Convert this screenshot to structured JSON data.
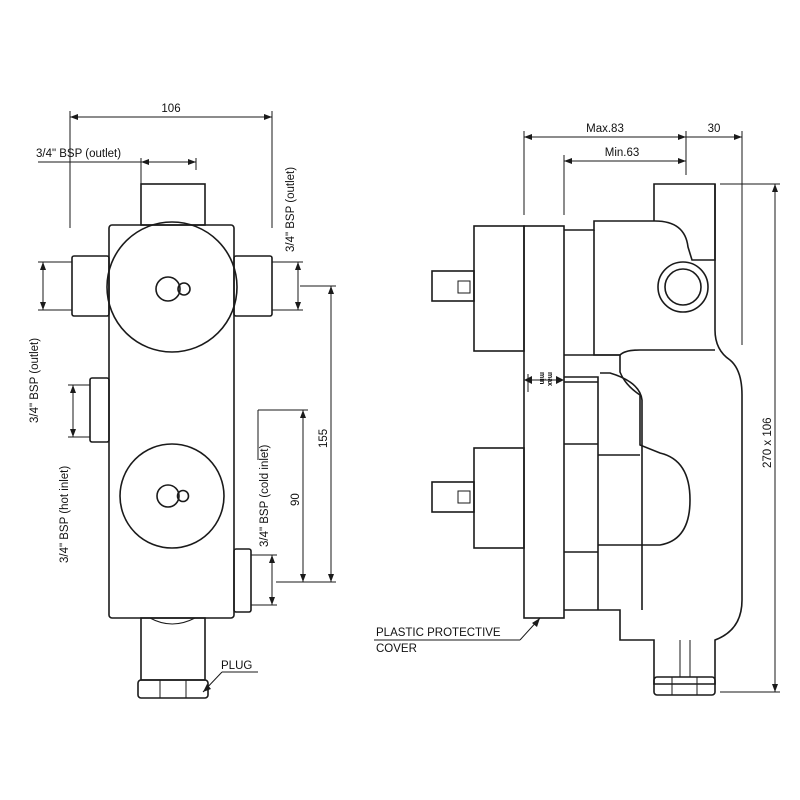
{
  "front_view": {
    "dims": {
      "width": "106",
      "outlet_top": "3/4\" BSP (outlet)",
      "outlet_right": "3/4\" BSP (outlet)",
      "outlet_left": "3/4\" BSP (outlet)",
      "hot_inlet": "3/4\" BSP (hot inlet)",
      "cold_inlet": "3/4\" BSP (cold inlet)",
      "height_155": "155",
      "height_90": "90"
    },
    "plug_label": "PLUG"
  },
  "side_view": {
    "dims": {
      "max": "Max.83",
      "min": "Min.63",
      "depth": "30",
      "overall": "270 x 106"
    },
    "min_mark": "min",
    "max_mark": "max",
    "cover_label_1": "PLASTIC PROTECTIVE",
    "cover_label_2": "COVER"
  }
}
